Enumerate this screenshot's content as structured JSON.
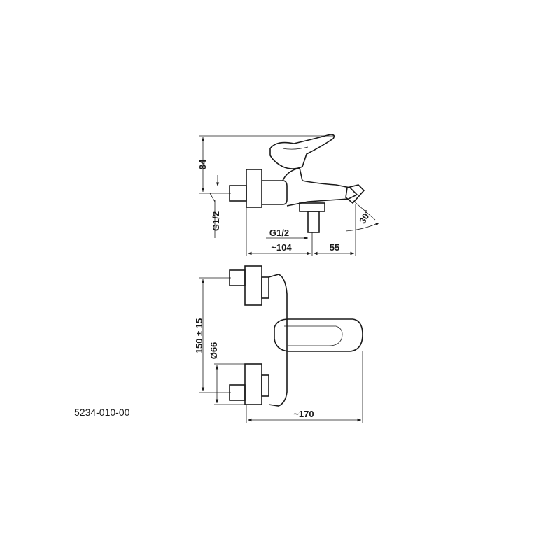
{
  "drawing": {
    "product_code": "5234-010-00",
    "side_view": {
      "height_label": "84",
      "inlet_thread_label": "G1/2",
      "outlet_thread_label": "G1/2",
      "depth_label": "~104",
      "spout_label": "55",
      "angle_label": "30°"
    },
    "front_view": {
      "spacing_label": "150 ± 15",
      "rosette_label": "Ø66",
      "width_label": "~170"
    }
  }
}
